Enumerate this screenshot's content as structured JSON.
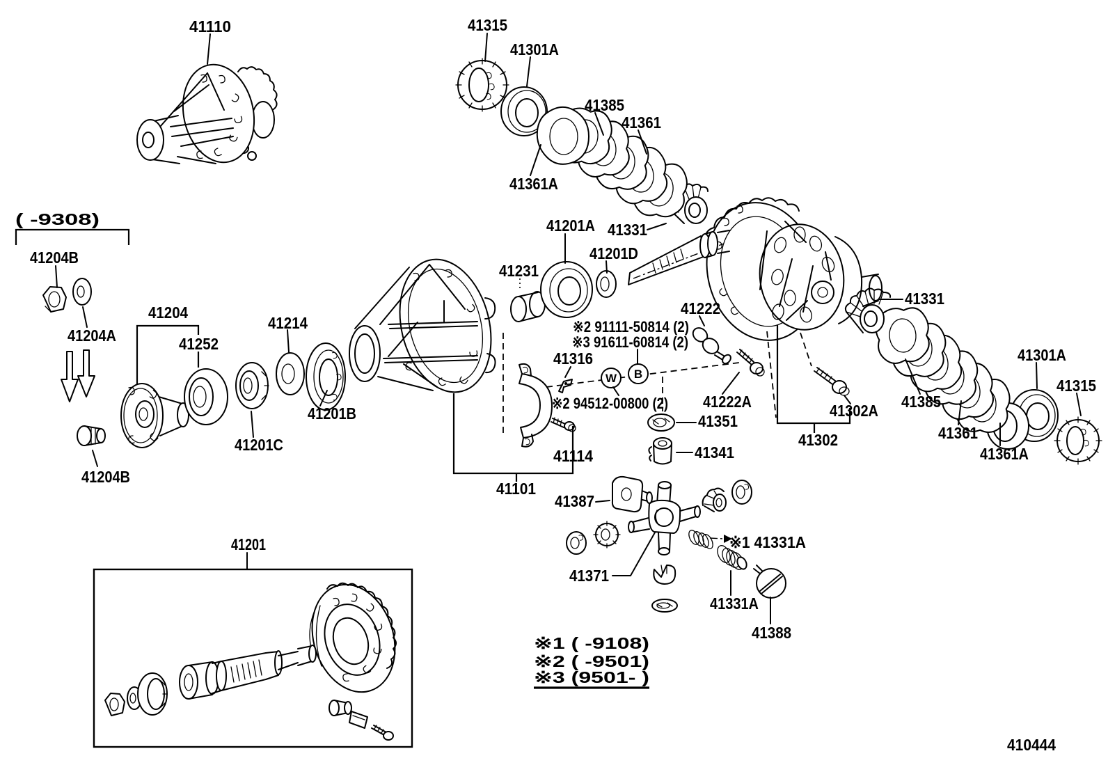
{
  "diagram": {
    "title_semantic": "rear-axle-differential-exploded-parts-diagram",
    "figure_number": "410444",
    "production_note": "(      -9308)",
    "legend": {
      "line1": "※1 (      -9108)",
      "line2": "※2 (      -9501)",
      "line3": "※3 (9501-      )"
    },
    "fastener_specs": {
      "nut_spec": "※2 91111-50814 (2)",
      "bolt_spec": "※3 91611-60814 (2)",
      "washer_spec": "※2 94512-00800 (2)",
      "washer_mark": "W",
      "bolt_mark": "B",
      "spring_note": "※1 41331A"
    },
    "colors": {
      "background": "#ffffff",
      "line": "#000000"
    },
    "part_labels": {
      "l41110": "41110",
      "l41315_top": "41315",
      "l41301a_top": "41301A",
      "l41385_top": "41385",
      "l41361_top": "41361",
      "l41361a_top": "41361A",
      "l41201a": "41201A",
      "l41331_mid": "41331",
      "l41201d": "41201D",
      "l41231": "41231",
      "l41222": "41222",
      "l41316": "41316",
      "l41222a": "41222A",
      "l41351": "41351",
      "l41341": "41341",
      "l41114": "41114",
      "l41101": "41101",
      "l41302a": "41302A",
      "l41302": "41302",
      "l41331_right": "41331",
      "l41301a_right": "41301A",
      "l41315_right": "41315",
      "l41385_right": "41385",
      "l41361_right": "41361",
      "l41361a_right": "41361A",
      "l41387": "41387",
      "l41371": "41371",
      "l41331a": "41331A",
      "l41388": "41388",
      "l41204b_top": "41204B",
      "l41204a": "41204A",
      "l41204": "41204",
      "l41252": "41252",
      "l41214": "41214",
      "l41201c": "41201C",
      "l41201b": "41201B",
      "l41204b_bottom": "41204B",
      "l41201": "41201"
    }
  }
}
